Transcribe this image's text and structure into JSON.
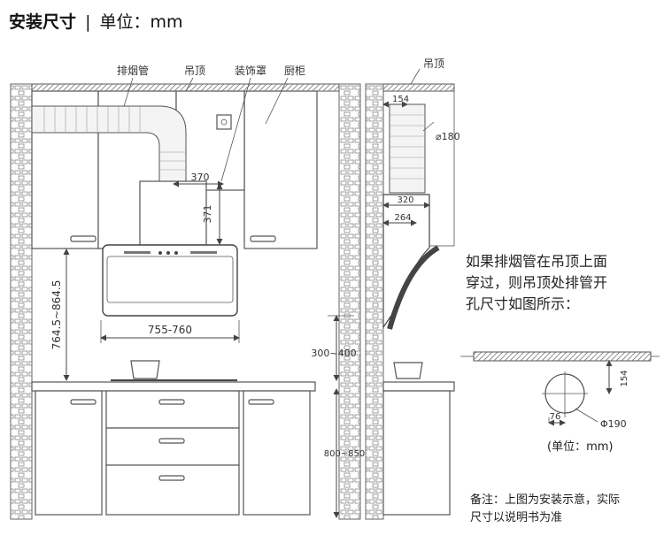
{
  "header": {
    "title": "安装尺寸",
    "separator": "|",
    "unit_label": "单位：mm"
  },
  "labels": {
    "exhaust_pipe": "排烟管",
    "ceiling": "吊顶",
    "decor_cover": "装饰罩",
    "cabinet": "厨柜",
    "ceiling_side": "吊顶"
  },
  "dimensions": {
    "cover_width": "370",
    "cover_height": "371",
    "hood_height": "764.5~864.5",
    "hood_width": "755-760",
    "hood_to_stove": "300~400",
    "counter_height": "800~850",
    "side_offset": "154",
    "side_pipe_dia": "⌀180",
    "side_width_a": "320",
    "side_width_b": "264",
    "hole_offset_v": "154",
    "hole_offset_h": "76",
    "hole_dia": "Φ190"
  },
  "hole_note": {
    "lines": [
      "如果排烟管在吊顶上面",
      "穿过，则吊顶处排管开",
      "孔尺寸如图所示："
    ]
  },
  "hole_unit": "(单位：mm)",
  "footnote": {
    "lines": [
      "备注：上图为安装示意，实际",
      "尺寸以说明书为准"
    ]
  }
}
